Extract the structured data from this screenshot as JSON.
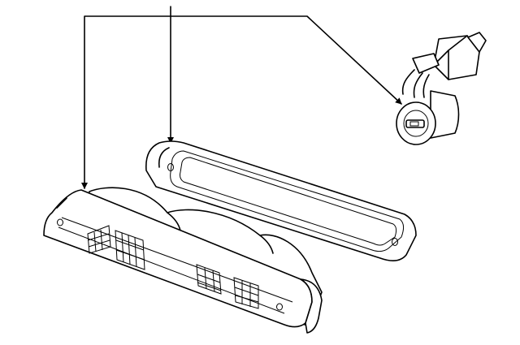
{
  "diagram": {
    "type": "parts-exploded-view",
    "parts": [
      {
        "id": "lamp-assembly"
      },
      {
        "id": "lens-gasket"
      },
      {
        "id": "bulb-socket"
      }
    ],
    "callout_lines": 3,
    "colors": {
      "line": "#000000",
      "background": "#ffffff"
    }
  }
}
